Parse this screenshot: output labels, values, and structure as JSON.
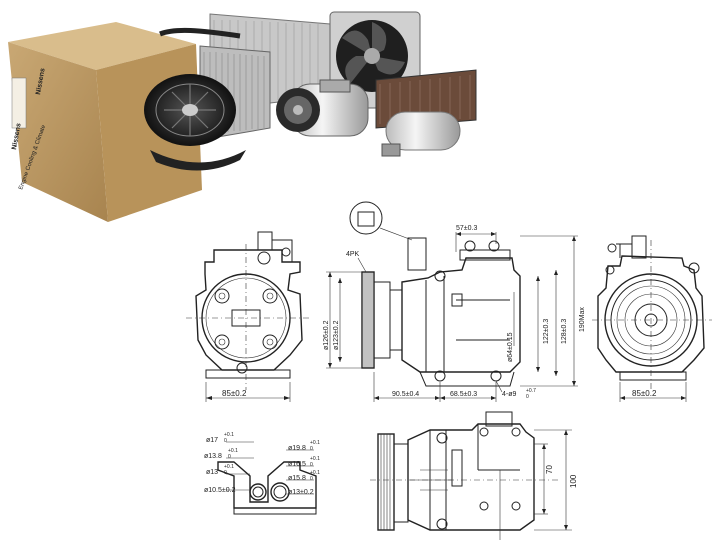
{
  "product_photo": {
    "box_brand": "Nissens",
    "box_side_text": "Engine Cooling & Climate"
  },
  "dimensions": {
    "front_left": {
      "width": "85±0.2"
    },
    "side": {
      "label_4pk": "4PK",
      "top_width": "57±0.3",
      "d126": "ø126±0.2",
      "d123": "ø123±0.2",
      "d64": "ø64±0.15",
      "h122": "122±0.3",
      "h128": "128±0.3",
      "h190": "190Max",
      "holes": "4-ø9",
      "holes_tol_top": "+0.7",
      "holes_tol_bottom": "0",
      "len_905": "90.5±0.4",
      "len_685": "68.5±0.3"
    },
    "front_right": {
      "width": "85±0.2"
    },
    "ports": {
      "d17": "ø17",
      "d17_tol_top": "+0.1",
      "d17_tol_bottom": "0",
      "d138": "ø13.8",
      "d138_tol_top": "+0.1",
      "d138_tol_bottom": "0",
      "d13_left": "ø13",
      "d13_left_tol_top": "+0.1",
      "d13_left_tol_bottom": "0",
      "d105": "ø10.5±0.2",
      "d198": "ø19.8",
      "d198_tol_top": "+0.1",
      "d198_tol_bottom": "0",
      "d165": "ø16.5",
      "d165_tol_top": "+0.1",
      "d165_tol_bottom": "0",
      "d158": "ø15.8",
      "d158_tol_top": "+0.1",
      "d158_tol_bottom": "0",
      "d13_right": "ø13±0.2"
    },
    "bottom_view": {
      "h70": "70",
      "h100": "100"
    }
  }
}
